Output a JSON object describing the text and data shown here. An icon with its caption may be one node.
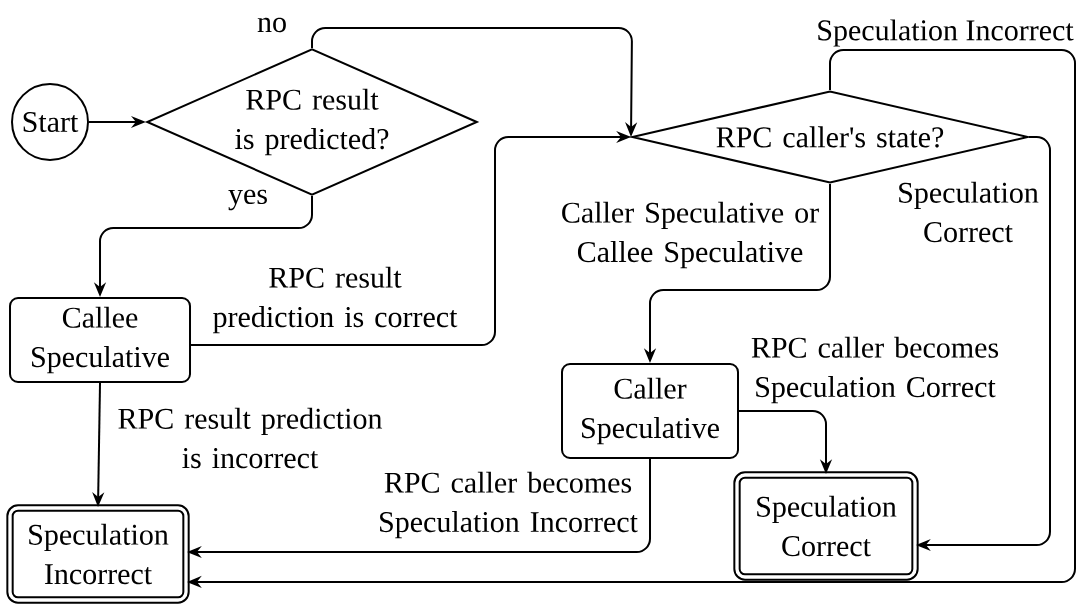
{
  "diagram": {
    "nodes": [
      {
        "text": [
          "Start"
        ]
      },
      {
        "text": [
          "RPC result is predicted?"
        ]
      },
      {
        "text": [
          "Callee Speculative"
        ]
      },
      {
        "text": [
          "Speculation Incorrect"
        ]
      },
      {
        "text": [
          "RPC caller's state?"
        ]
      },
      {
        "text": [
          "Caller Speculative"
        ]
      },
      {
        "text": [
          "Speculation Correct"
        ]
      }
    ],
    "edges": [
      {
        "from": 0,
        "to": 1,
        "arrow": "to"
      },
      {
        "from": 1,
        "to": 4,
        "arrow": "to",
        "label": "no"
      },
      {
        "from": 1,
        "to": 2,
        "arrow": "to",
        "label": "yes"
      },
      {
        "from": 2,
        "to": 4,
        "arrow": "to",
        "label": "RPC result prediction is correct"
      },
      {
        "from": 2,
        "to": 3,
        "arrow": "to",
        "label": "RPC result prediction is incorrect"
      },
      {
        "from": 4,
        "to": 5,
        "arrow": "to",
        "label": "Caller Speculative or Callee Speculative"
      },
      {
        "from": 4,
        "to": 3,
        "arrow": "to",
        "label": "Speculation Incorrect"
      },
      {
        "from": 4,
        "to": 6,
        "arrow": "to",
        "label": "Speculation Correct"
      },
      {
        "from": 5,
        "to": 6,
        "arrow": "to",
        "label": "RPC caller becomes Speculation Correct"
      },
      {
        "from": 5,
        "to": 3,
        "arrow": "to",
        "label": "RPC caller becomes Speculation Incorrect"
      }
    ]
  }
}
